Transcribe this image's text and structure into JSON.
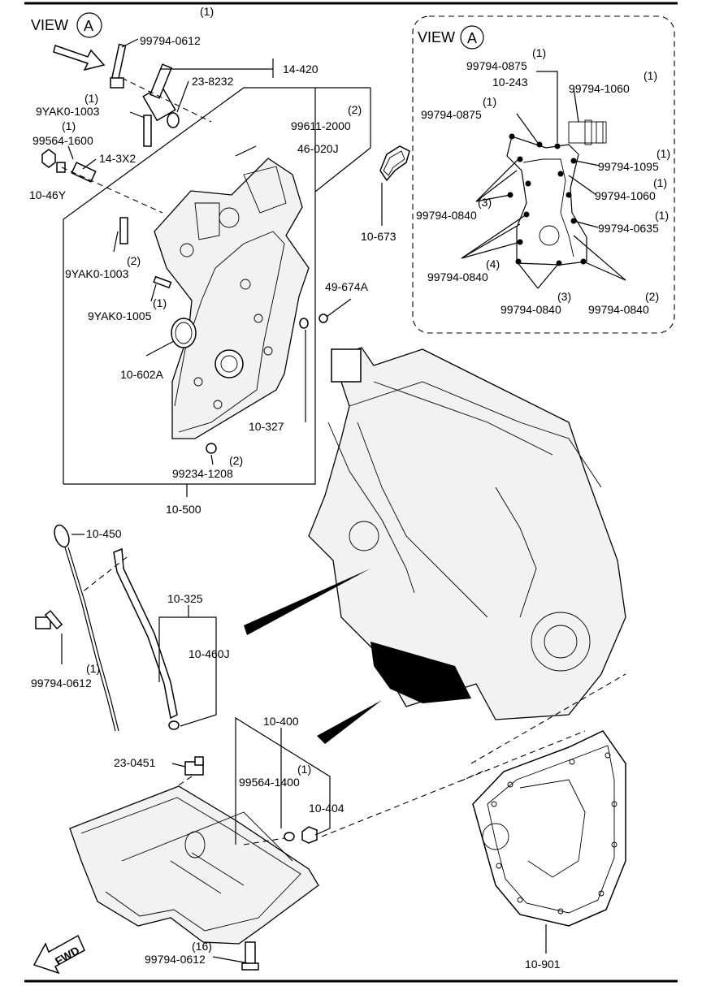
{
  "view_a": {
    "view_text": "VIEW",
    "letter": "A"
  },
  "inset": {
    "view_text": "VIEW",
    "letter": "A"
  },
  "fwd": "FWD",
  "labels": {
    "qty_1_a": "(1)",
    "p99794_0612_a": "99794-0612",
    "p14_420": "14-420",
    "p23_8232": "23-8232",
    "p9yak0_1003_a": "9YAK0-1003",
    "qty_1_b": "(1)",
    "qty_1_c": "(1)",
    "p99564_1600": "99564-1600",
    "p14_3x2": "14-3X2",
    "p10_46y": "10-46Y",
    "qty_2_a": "(2)",
    "p99611_2000": "99611-2000",
    "p46_020j": "46-020J",
    "qty_2_b": "(2)",
    "p9yak0_1003_b": "9YAK0-1003",
    "qty_1_d": "(1)",
    "p9yak0_1005": "9YAK0-1005",
    "p10_602a": "10-602A",
    "p10_327": "10-327",
    "qty_2_c": "(2)",
    "p99234_1208": "99234-1208",
    "p10_500": "10-500",
    "p10_673": "10-673",
    "p49_674a": "49-674A",
    "p10_450": "10-450",
    "p10_325": "10-325",
    "p10_460j": "10-460J",
    "qty_1_e": "(1)",
    "p99794_0612_b": "99794-0612",
    "p10_400": "10-400",
    "qty_1_f": "(1)",
    "p99564_1400": "99564-1400",
    "p10_404": "10-404",
    "p23_0451": "23-0451",
    "qty_16": "(16)",
    "p99794_0612_c": "99794-0612",
    "p10_901": "10-901"
  },
  "inset_labels": {
    "qty_a": "(1)",
    "p99794_0875_a": "99794-0875",
    "p10_243": "10-243",
    "qty_b": "(1)",
    "p99794_1060_a": "99794-1060",
    "qty_c": "(1)",
    "p99794_0875_b": "99794-0875",
    "qty_d": "(1)",
    "p99794_1095": "99794-1095",
    "qty_e": "(1)",
    "p99794_1060_b": "99794-1060",
    "qty_f": "(3)",
    "p99794_0840_a": "99794-0840",
    "qty_g": "(1)",
    "p99794_0635": "99794-0635",
    "qty_h": "(4)",
    "p99794_0840_b": "99794-0840",
    "qty_i": "(3)",
    "p99794_0840_c": "99794-0840",
    "qty_j": "(2)",
    "p99794_0840_d": "99794-0840"
  }
}
